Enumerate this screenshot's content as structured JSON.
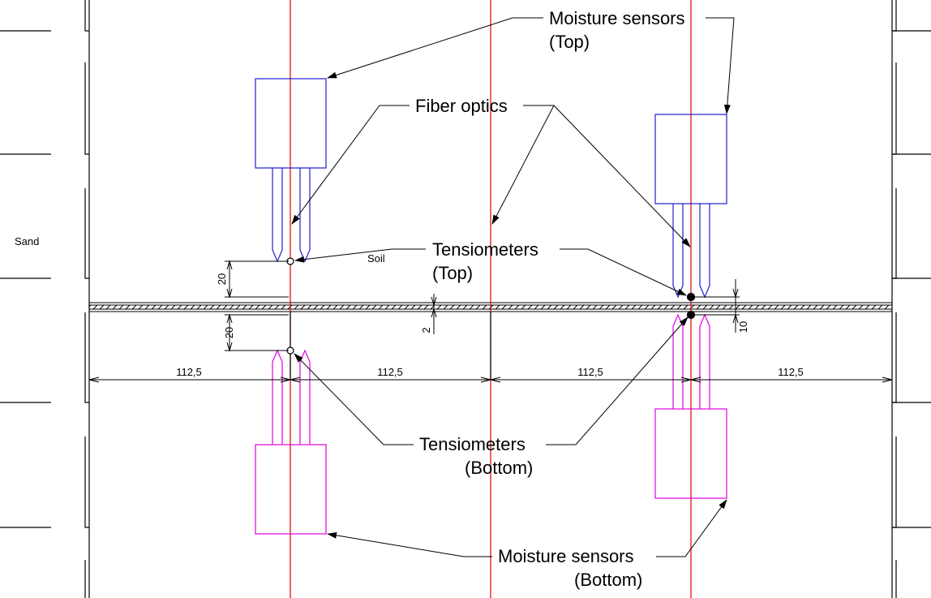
{
  "labels": {
    "moisture_top_line1": "Moisture sensors",
    "moisture_top_line2": "(Top)",
    "fiber_optics": "Fiber optics",
    "tensiometers_top_line1": "Tensiometers",
    "tensiometers_top_line2": "(Top)",
    "tensiometers_bottom_line1": "Tensiometers",
    "tensiometers_bottom_line2": "(Bottom)",
    "moisture_bottom_line1": "Moisture sensors",
    "moisture_bottom_line2": "(Bottom)",
    "sand": "Sand",
    "soil": "Soil"
  },
  "dimensions": {
    "spacing_1": "112,5",
    "spacing_2": "112,5",
    "spacing_3": "112,5",
    "spacing_4": "112,5",
    "tens_top_offset": "20",
    "tens_bottom_offset": "20",
    "interface_thickness": "2",
    "right_offset": "10"
  },
  "colors": {
    "fiber_line": "#e00000",
    "top_sensor": "#1f1fd0",
    "bottom_sensor": "#e000e0",
    "drawing": "#000000"
  }
}
